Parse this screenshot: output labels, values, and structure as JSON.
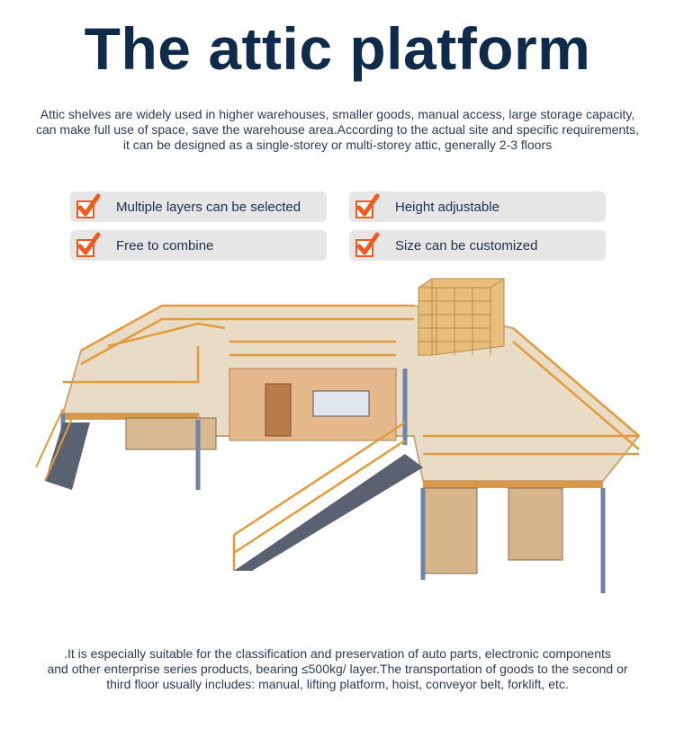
{
  "title": "The attic platform",
  "intro": [
    "Attic shelves are widely used in higher warehouses, smaller goods, manual access, large storage capacity,",
    "can make full use of space, save the warehouse area.According to the actual site and specific requirements,",
    "it can be designed as a single-storey or multi-storey attic, generally 2-3 floors"
  ],
  "features": [
    {
      "label": "Multiple layers can be selected",
      "icon": "checkmark-icon"
    },
    {
      "label": "Height adjustable",
      "icon": "checkmark-icon"
    },
    {
      "label": "Free to combine",
      "icon": "checkmark-icon"
    },
    {
      "label": "Size can be customized",
      "icon": "checkmark-icon"
    }
  ],
  "outro": [
    ".It is especially suitable for the classification and preservation of auto parts, electronic components",
    "and other enterprise series products, bearing ≤500kg/ layer.The transportation of goods to the second or",
    "third floor  usually includes: manual, lifting platform, hoist, conveyor belt, forklift, etc."
  ],
  "colors": {
    "title": "#0f2b4c",
    "accent": "#f05a1e",
    "feature_bg": "#e6e6e6",
    "railing": "#e39a3a",
    "column": "#6f82a8"
  }
}
